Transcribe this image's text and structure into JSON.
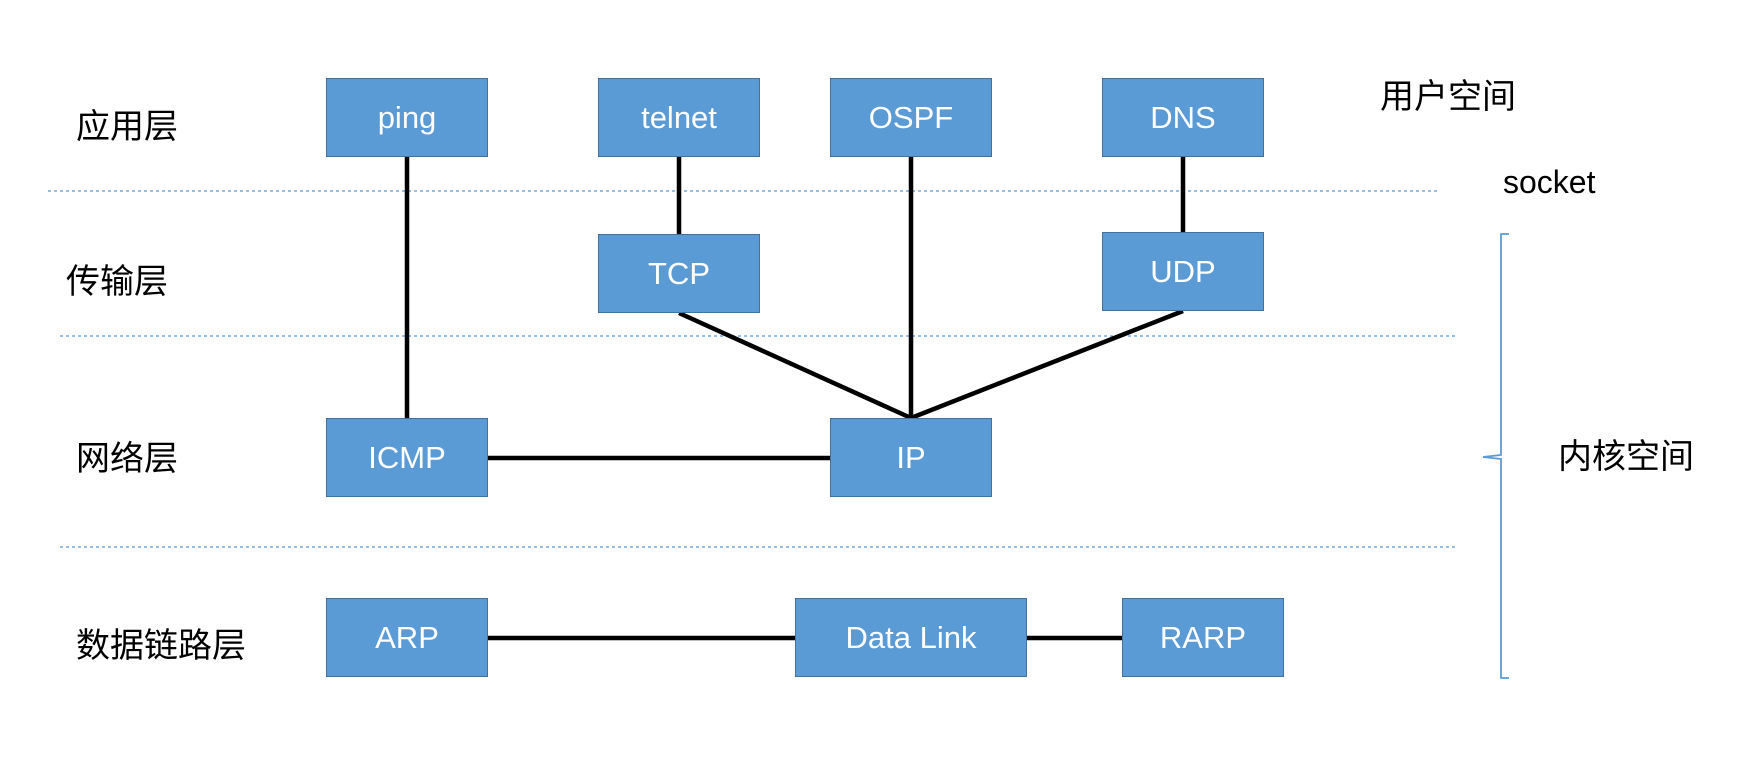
{
  "layers": {
    "application": "应用层",
    "transport": "传输层",
    "network": "网络层",
    "datalink": "数据链路层"
  },
  "space": {
    "user": "用户空间",
    "socket": "socket",
    "kernel": "内核空间"
  },
  "protocols": {
    "ping": "ping",
    "telnet": "telnet",
    "ospf": "OSPF",
    "dns": "DNS",
    "tcp": "TCP",
    "udp": "UDP",
    "icmp": "ICMP",
    "ip": "IP",
    "arp": "ARP",
    "datalink": "Data Link",
    "rarp": "RARP"
  },
  "colors": {
    "box_fill": "#5b9bd5",
    "box_border": "#41719c",
    "divider": "#5b9bd5",
    "connector": "#000000"
  }
}
